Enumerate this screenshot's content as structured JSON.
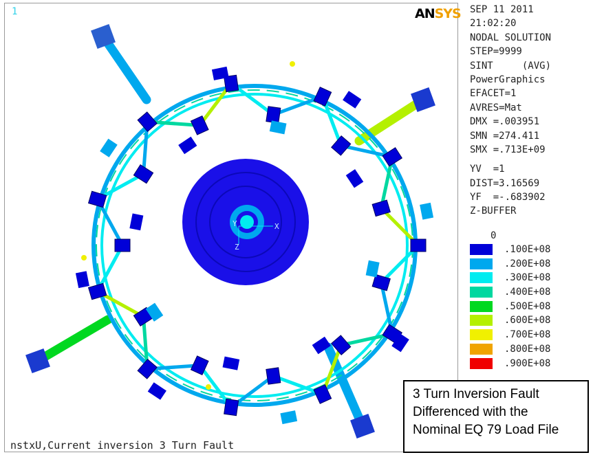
{
  "window_number": "1",
  "logo": {
    "part1": "AN",
    "part2": "SYS"
  },
  "caption": "nstxU,Current inversion 3 Turn Fault",
  "info_lines": [
    "SEP 11 2011",
    "21:02:20",
    "NODAL SOLUTION",
    "STEP=9999",
    "SINT     (AVG)",
    "PowerGraphics",
    "EFACET=1",
    "AVRES=Mat",
    "DMX =.003951",
    "SMN =274.411",
    "SMX =.713E+09"
  ],
  "view_lines": [
    "YV  =1",
    "DIST=3.16569",
    "YF  =-.683902",
    "Z-BUFFER"
  ],
  "legend": {
    "zero_label": "0",
    "entries": [
      {
        "label": ".100E+08",
        "color": "#0000d8"
      },
      {
        "label": ".200E+08",
        "color": "#00a8ee"
      },
      {
        "label": ".300E+08",
        "color": "#00ecf0"
      },
      {
        "label": ".400E+08",
        "color": "#00d8a0"
      },
      {
        "label": ".500E+08",
        "color": "#00d820"
      },
      {
        "label": ".600E+08",
        "color": "#b4f000"
      },
      {
        "label": ".700E+08",
        "color": "#f0f000"
      },
      {
        "label": ".800E+08",
        "color": "#f0a400"
      },
      {
        "label": ".900E+08",
        "color": "#f00000"
      }
    ]
  },
  "axis_labels": {
    "y": "Y",
    "z": "Z",
    "x": "X"
  },
  "note_lines": [
    "3 Turn Inversion Fault",
    "Differenced with the",
    "Nominal EQ 79 Load File"
  ]
}
